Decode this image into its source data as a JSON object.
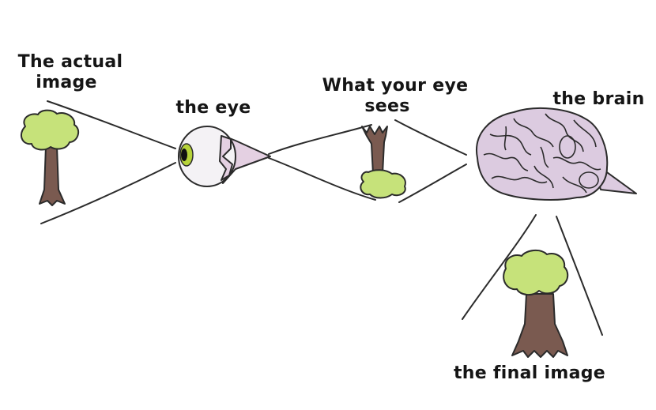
{
  "diagram": {
    "labels": {
      "actual_image": [
        "The actual",
        "image"
      ],
      "eye": "the eye",
      "eye_sees": [
        "What your eye",
        "sees"
      ],
      "brain": "the brain",
      "final_image": "the final image"
    },
    "colors": {
      "foliage": "#c6e27a",
      "trunk": "#7a5a50",
      "brain": "#dccbe0",
      "eye_white": "#f4f2f5",
      "iris": "#b7d43a",
      "optic_nerve": "#e4d0e2",
      "line": "#2b2b2b"
    }
  }
}
